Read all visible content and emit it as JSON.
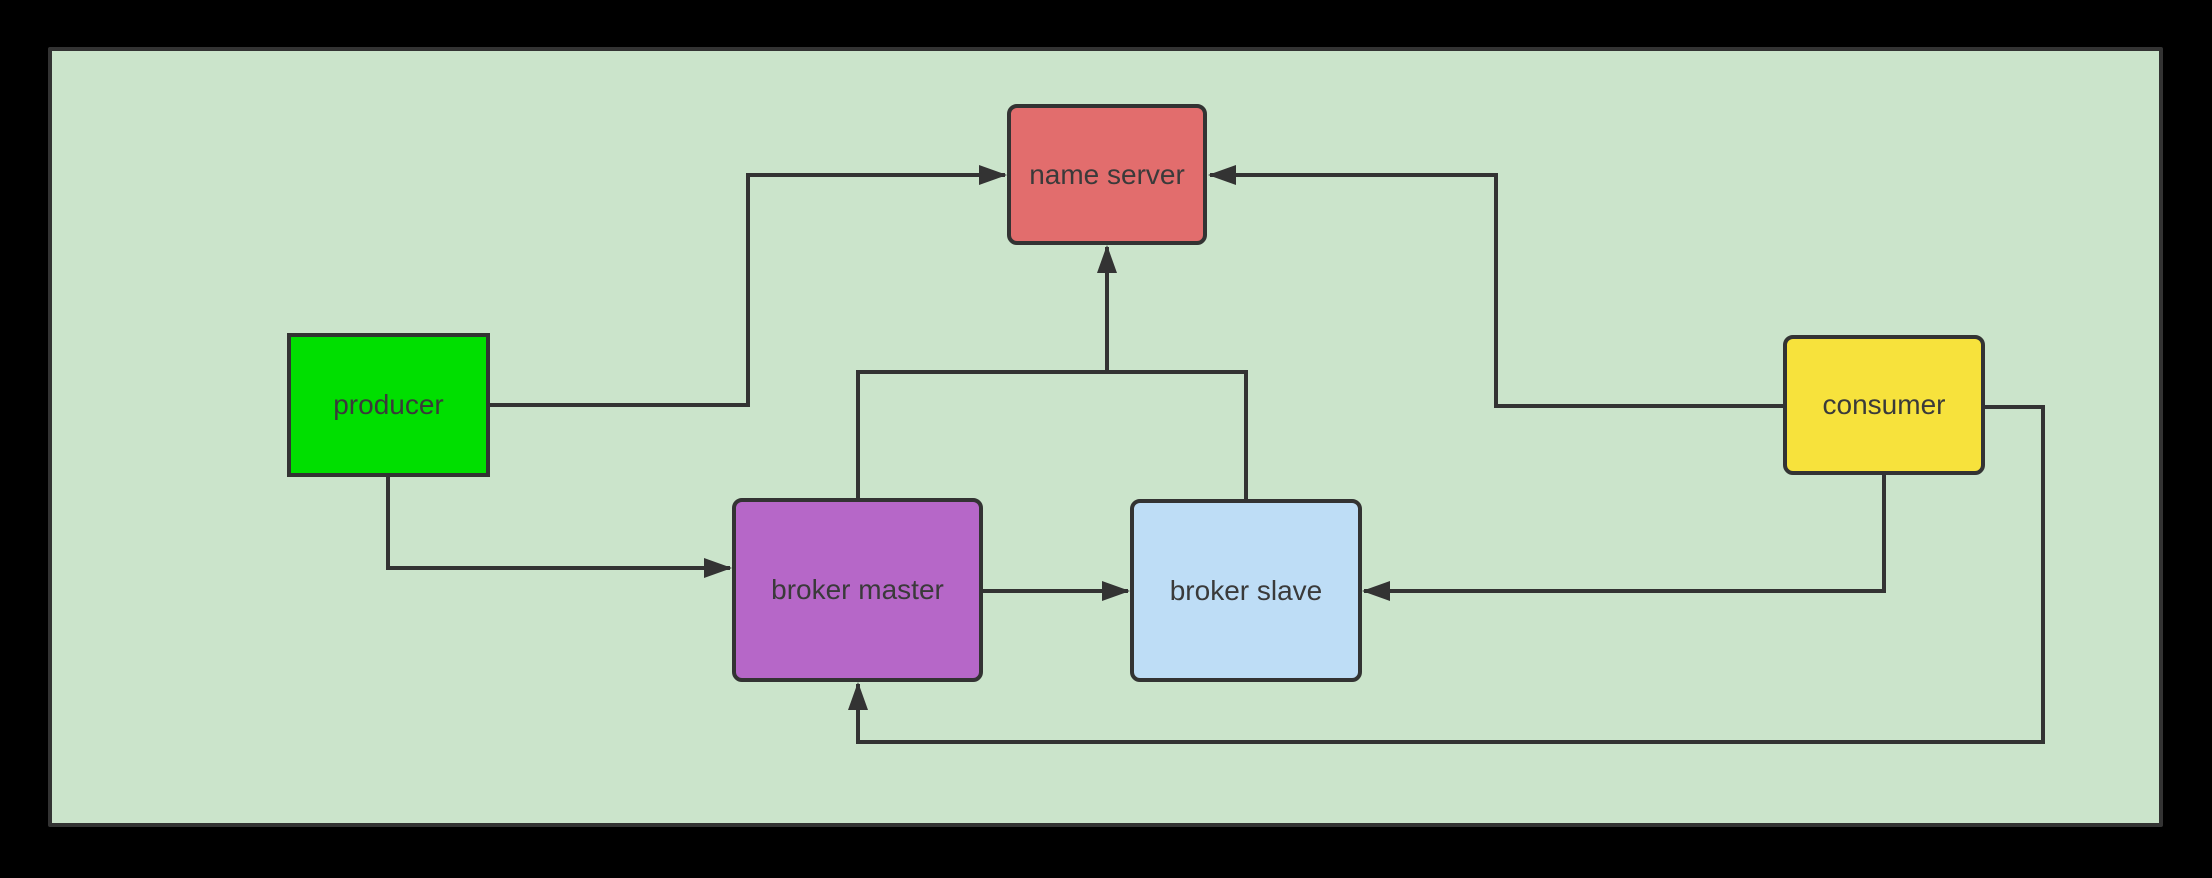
{
  "diagram": {
    "colors": {
      "background": "#000000",
      "panel_fill": "#CBE4CB",
      "panel_border": "#333333",
      "line": "#333333",
      "text": "#3A3A3A"
    },
    "nodes": [
      {
        "id": "name-server",
        "label": "name server",
        "fill": "#E26D6D"
      },
      {
        "id": "producer",
        "label": "producer",
        "fill": "#00DF00"
      },
      {
        "id": "consumer",
        "label": "consumer",
        "fill": "#F7E23C"
      },
      {
        "id": "broker-master",
        "label": "broker master",
        "fill": "#B667C8"
      },
      {
        "id": "broker-slave",
        "label": "broker slave",
        "fill": "#BEDDF6"
      }
    ],
    "edges": [
      {
        "from": "producer",
        "to": "name server"
      },
      {
        "from": "consumer",
        "to": "name server"
      },
      {
        "from": "broker master",
        "to": "name server"
      },
      {
        "from": "broker slave",
        "to": "name server"
      },
      {
        "from": "producer",
        "to": "broker master"
      },
      {
        "from": "broker master",
        "to": "broker slave"
      },
      {
        "from": "consumer",
        "to": "broker slave"
      },
      {
        "from": "consumer",
        "to": "broker master"
      }
    ]
  }
}
